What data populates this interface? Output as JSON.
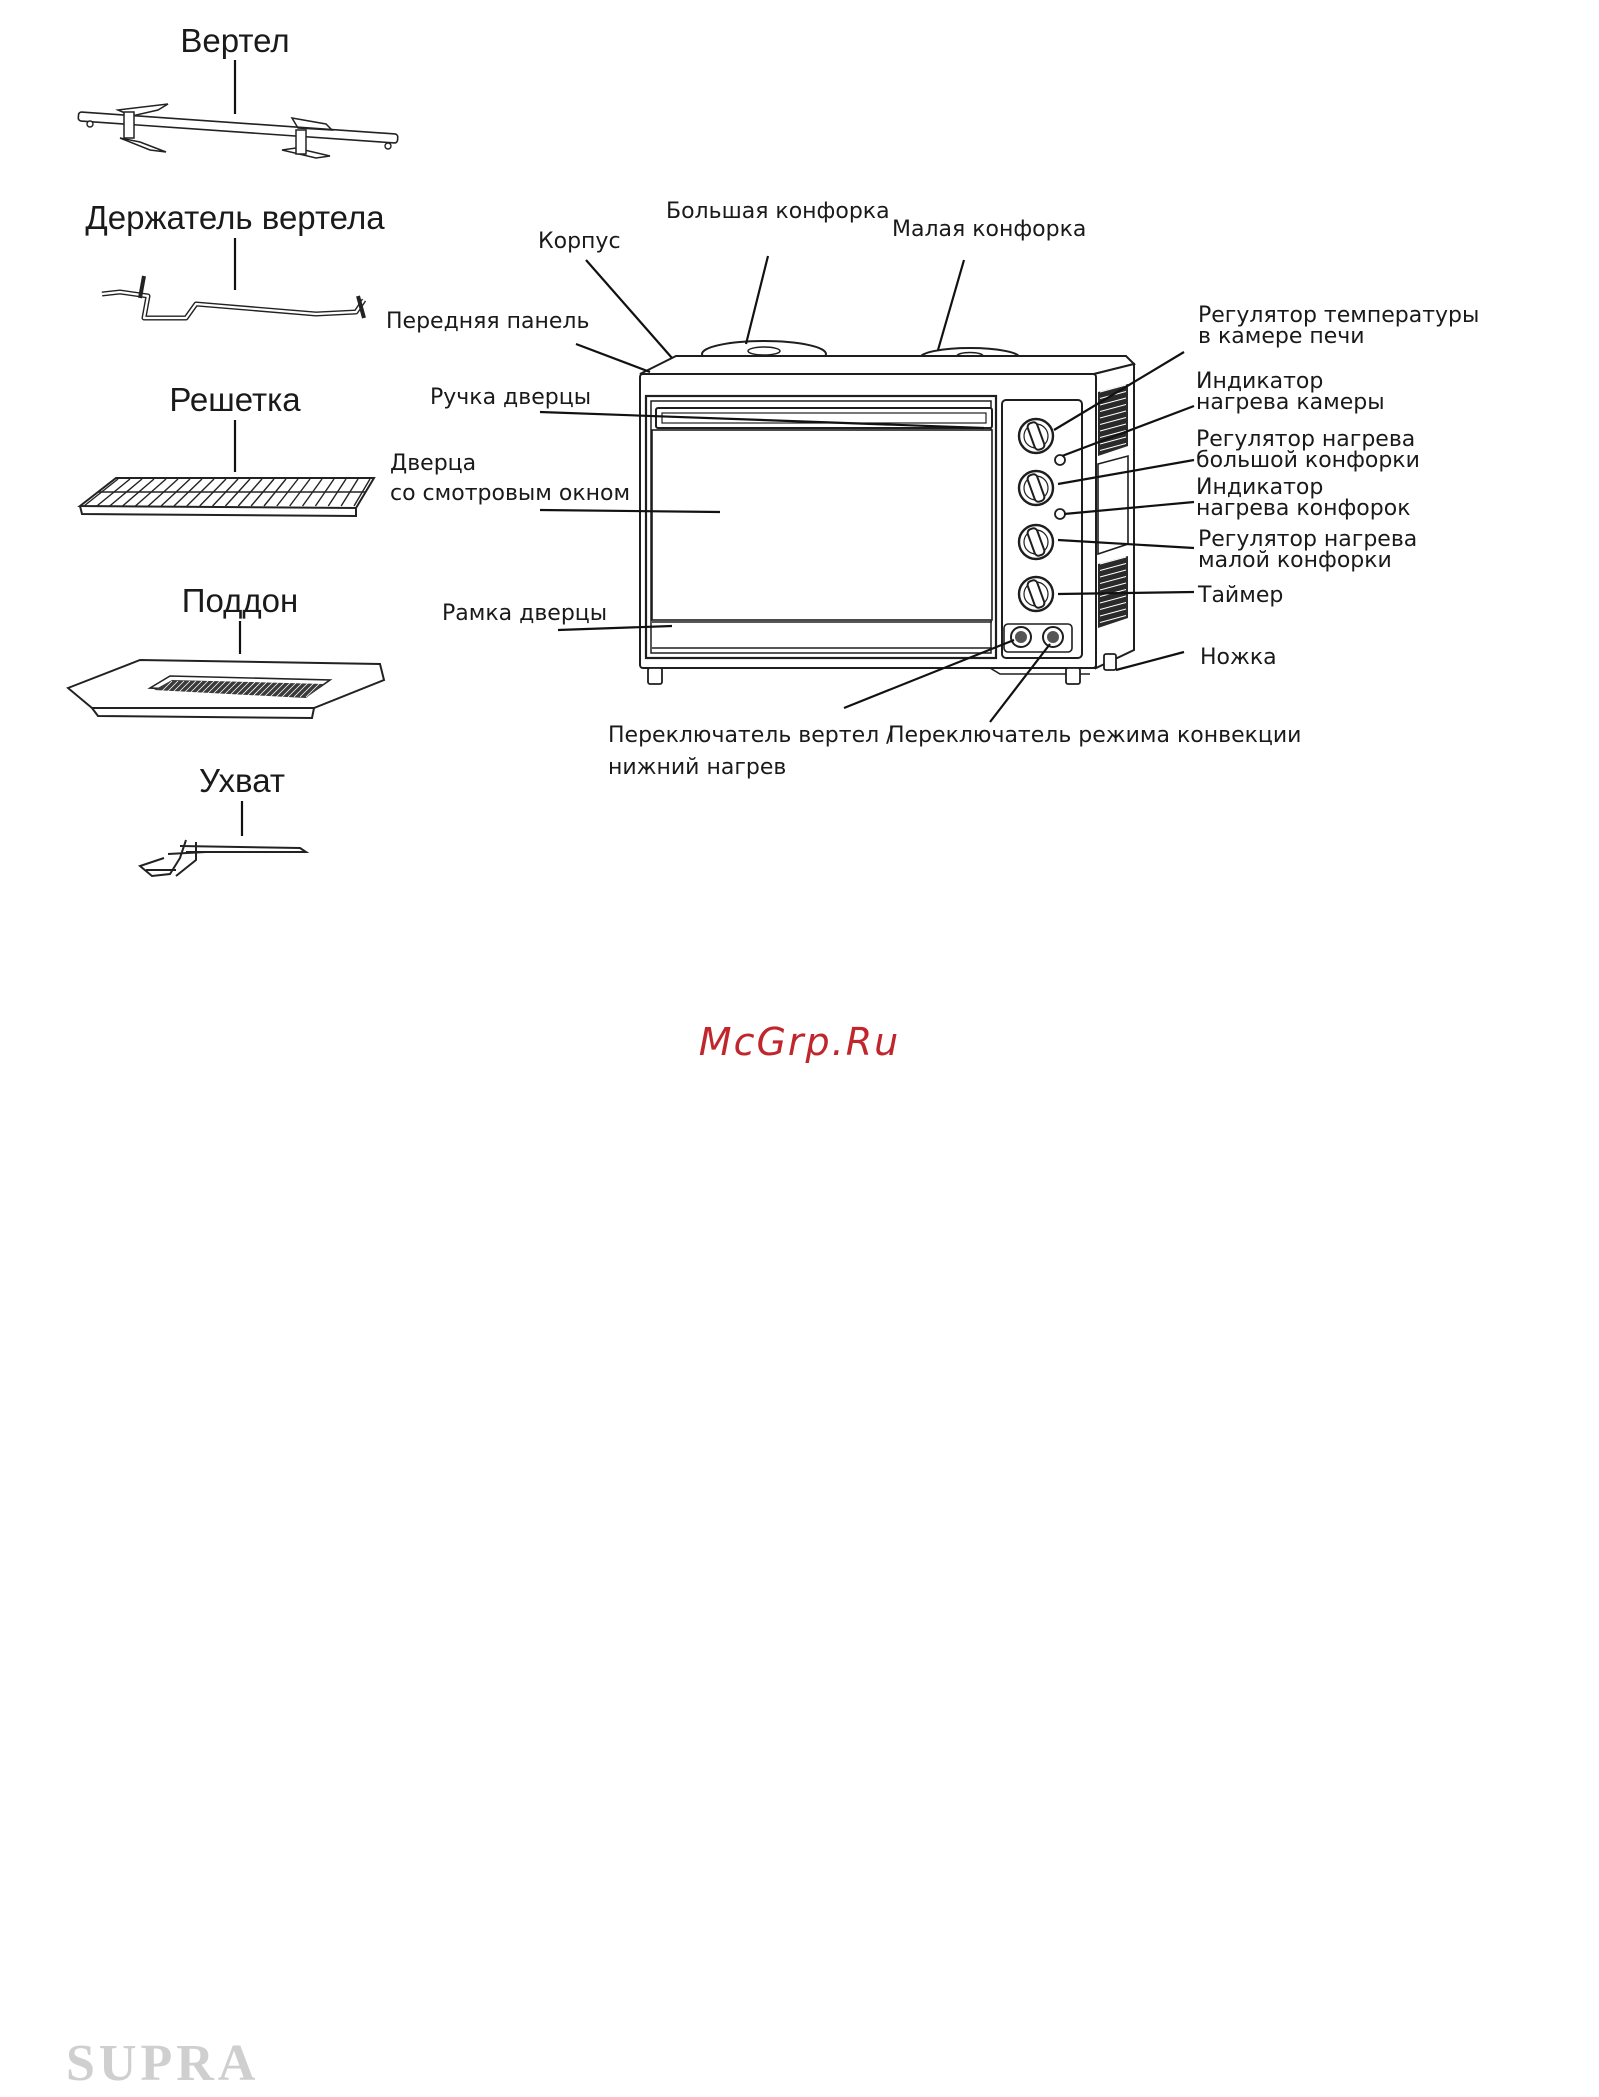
{
  "accessories": {
    "spit": "Вертел",
    "spit_holder": "Держатель вертела",
    "grill_rack": "Решетка",
    "tray": "Поддон",
    "handle": "Ухват"
  },
  "oven_labels": {
    "housing": "Корпус",
    "large_burner": "Большая конфорка",
    "small_burner": "Малая конфорка",
    "front_panel": "Передняя панель",
    "door_handle": "Ручка дверцы",
    "door_line1": "Дверца",
    "door_line2": "со смотровым окном",
    "door_frame": "Рамка дверцы",
    "temp_regulator_line1": "Регулятор температуры",
    "temp_regulator_line2": "в камере печи",
    "chamber_indicator_line1": "Индикатор",
    "chamber_indicator_line2": "нагрева камеры",
    "large_burner_regulator_line1": "Регулятор нагрева",
    "large_burner_regulator_line2": "большой конфорки",
    "burners_indicator_line1": "Индикатор",
    "burners_indicator_line2": "нагрева конфорок",
    "small_burner_regulator_line1": "Регулятор нагрева",
    "small_burner_regulator_line2": "малой конфорки",
    "timer": "Таймер",
    "foot": "Ножка",
    "spit_switch_line1": "Переключатель вертел /",
    "spit_switch_line2": "нижний нагрев",
    "convection_switch": "Переключатель режима конвекции"
  },
  "watermark": "McGrp.Ru",
  "brand": "SUPRA",
  "colors": {
    "watermark": "#c0272d",
    "brand_logo": "#cfcfcf",
    "line": "#111111"
  }
}
